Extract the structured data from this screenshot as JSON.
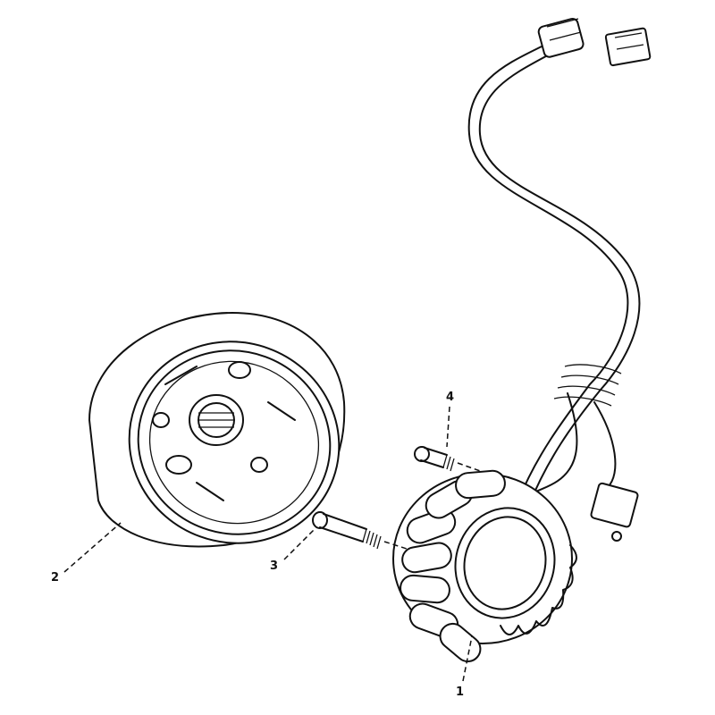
{
  "diagram": {
    "callouts": [
      {
        "id": "callout-1",
        "text": "1"
      },
      {
        "id": "callout-2",
        "text": "2"
      },
      {
        "id": "callout-3",
        "text": "3"
      },
      {
        "id": "callout-4",
        "text": "4"
      }
    ]
  }
}
